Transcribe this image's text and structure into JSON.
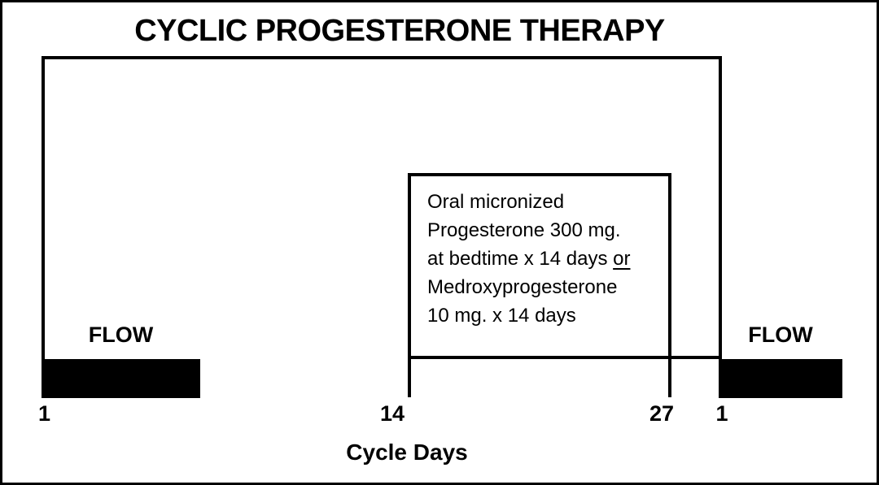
{
  "title": "CYCLIC PROGESTERONE THERAPY",
  "medication_box": {
    "line1": "Oral micronized",
    "line2": "Progesterone 300 mg.",
    "line3_text": "at bedtime x 14 days ",
    "line3_underlined": "or",
    "line4": "Medroxyprogesterone",
    "line5": "10 mg. x 14 days"
  },
  "flow": {
    "left_label": "FLOW",
    "right_label": "FLOW"
  },
  "axis": {
    "day1_left": "1",
    "day14": "14",
    "day27": "27",
    "day1_right": "1",
    "label": "Cycle Days"
  },
  "colors": {
    "ink": "#000000",
    "background": "#ffffff",
    "flow_bar": "#000000"
  }
}
